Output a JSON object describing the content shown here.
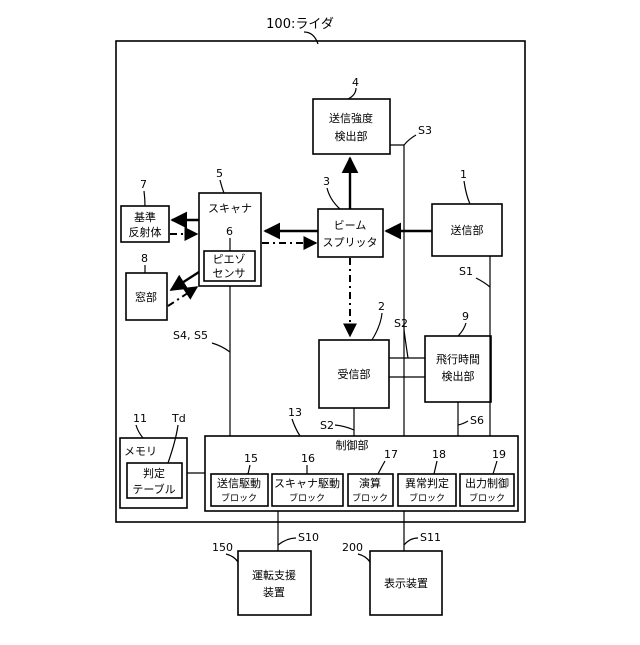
{
  "diagram": {
    "title": "100:ライダ",
    "blocks": {
      "transmit_intensity": {
        "num": "4",
        "line1": "送信強度",
        "line2": "検出部"
      },
      "beam_splitter": {
        "num": "3",
        "line1": "ビーム",
        "line2": "スプリッタ"
      },
      "transmitter": {
        "num": "1",
        "line1": "送信部"
      },
      "scanner": {
        "num": "5",
        "line1": "スキャナ"
      },
      "piezo": {
        "num": "6",
        "line1": "ピエゾ",
        "line2": "センサ"
      },
      "reference_reflector": {
        "num": "7",
        "line1": "基準",
        "line2": "反射体"
      },
      "window": {
        "num": "8",
        "line1": "窓部"
      },
      "receiver": {
        "num": "2",
        "line1": "受信部"
      },
      "tof_detector": {
        "num": "9",
        "line1": "飛行時間",
        "line2": "検出部"
      },
      "memory": {
        "num": "11",
        "line1": "メモリ",
        "ref": "Td"
      },
      "judgement_table": {
        "line1": "判定",
        "line2": "テーブル"
      },
      "controller": {
        "num": "13",
        "line1": "制御部"
      },
      "tx_drive": {
        "num": "15",
        "line1": "送信駆動",
        "line2": "ブロック"
      },
      "scanner_drive": {
        "num": "16",
        "line1": "スキャナ駆動",
        "line2": "ブロック"
      },
      "calc": {
        "num": "17",
        "line1": "演算",
        "line2": "ブロック"
      },
      "anomaly": {
        "num": "18",
        "line1": "異常判定",
        "line2": "ブロック"
      },
      "output_ctrl": {
        "num": "19",
        "line1": "出力制御",
        "line2": "ブロック"
      },
      "drive_support": {
        "num": "150",
        "line1": "運転支援",
        "line2": "装置"
      },
      "display": {
        "num": "200",
        "line1": "表示装置"
      }
    },
    "signals": {
      "s1": "S1",
      "s2_upper": "S2",
      "s2_lower": "S2",
      "s3": "S3",
      "s45": "S4, S5",
      "s6": "S6",
      "s10": "S10",
      "s11": "S11"
    }
  }
}
